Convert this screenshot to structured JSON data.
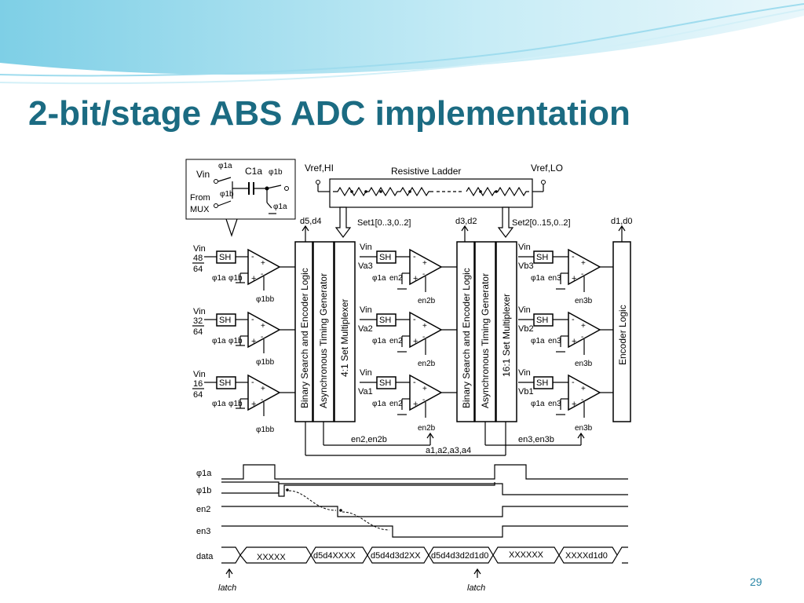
{
  "title": "2-bit/stage ABS ADC implementation",
  "page_number": "29",
  "inset": {
    "phi1a_top": "φ1a",
    "phi1b": "φ1b",
    "cap": "C1a",
    "vin": "Vin",
    "from_mux_1": "From",
    "from_mux_2": "MUX",
    "phi1b_lower": "φ1b",
    "phi1a_lower": "φ1a"
  },
  "ladder": {
    "label": "Resistive Ladder",
    "vref_hi": "Vref,HI",
    "vref_lo": "Vref,LO",
    "set1": "Set1[0..3,0..2]",
    "set2": "Set2[0..15,0..2]"
  },
  "outputs": {
    "d54": "d5,d4",
    "d32": "d3,d2",
    "d10": "d1,d0"
  },
  "stage1_rows": [
    {
      "vin": "Vin",
      "frac_num": "48",
      "frac_den": "64",
      "sh": "SH",
      "phi_a": "φ1a",
      "phi_b": "φ1b",
      "phi_bb": "φ1bb"
    },
    {
      "vin": "Vin",
      "frac_num": "32",
      "frac_den": "64",
      "sh": "SH",
      "phi_a": "φ1a",
      "phi_b": "φ1b",
      "phi_bb": "φ1bb"
    },
    {
      "vin": "Vin",
      "frac_num": "16",
      "frac_den": "64",
      "sh": "SH",
      "phi_a": "φ1a",
      "phi_b": "φ1b",
      "phi_bb": "φ1bb"
    }
  ],
  "stage2_rows": [
    {
      "vin": "Vin",
      "va": "Va3",
      "sh": "SH",
      "phi": "φ1a",
      "en": "en2",
      "enb": "en2b"
    },
    {
      "vin": "Vin",
      "va": "Va2",
      "sh": "SH",
      "phi": "φ1a",
      "en": "en2",
      "enb": "en2b"
    },
    {
      "vin": "Vin",
      "va": "Va1",
      "sh": "SH",
      "phi": "φ1a",
      "en": "en2",
      "enb": "en2b"
    }
  ],
  "stage3_rows": [
    {
      "vin": "Vin",
      "vb": "Vb3",
      "sh": "SH",
      "phi": "φ1a",
      "en": "en3",
      "enb": "en3b"
    },
    {
      "vin": "Vin",
      "vb": "Vb2",
      "sh": "SH",
      "phi": "φ1a",
      "en": "en3",
      "enb": "en3b"
    },
    {
      "vin": "Vin",
      "vb": "Vb1",
      "sh": "SH",
      "phi": "φ1a",
      "en": "en3",
      "enb": "en3b"
    }
  ],
  "blocks": {
    "bsel1": "Binary Search and Encoder Logic",
    "atg1": "Asynchronous Timing Generator",
    "mux1": "4:1 Set Multiplexer",
    "bsel2": "Binary Search and Encoder Logic",
    "atg2": "Asynchronous Timing Generator",
    "mux2": "16:1 Set Multiplexer",
    "enc": "Encoder Logic"
  },
  "bus": {
    "en2": "en2,en2b",
    "en3": "en3,en3b",
    "a": "a1,a2,a3,a4"
  },
  "timing": {
    "signals": [
      "φ1a",
      "φ1b",
      "en2",
      "en3",
      "data"
    ],
    "data_values": [
      "XXXXX",
      "d5d4XXXX",
      "d5d4d3d2XX",
      "d5d4d3d2d1d0",
      "XXXXXX",
      "XXXXd1d0"
    ],
    "latch": "latch"
  }
}
